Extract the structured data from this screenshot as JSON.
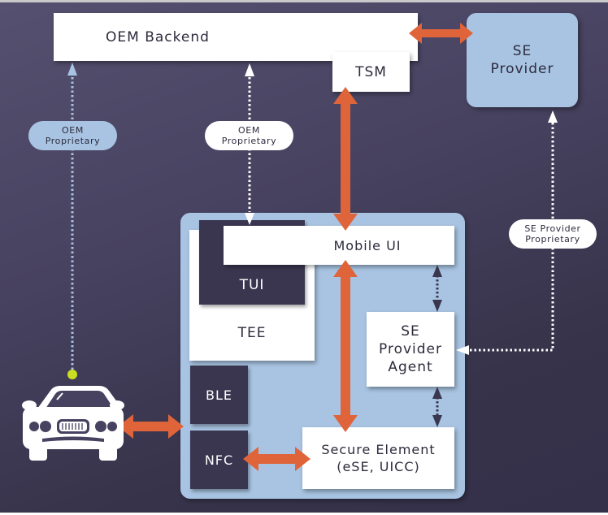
{
  "diagram": {
    "nodes": {
      "oem_backend": "OEM Backend",
      "tsm": "TSM",
      "se_provider_line1": "SE",
      "se_provider_line2": "Provider",
      "mobile_ui": "Mobile UI",
      "tui": "TUI",
      "tee": "TEE",
      "se_provider_agent_line1": "SE",
      "se_provider_agent_line2": "Provider",
      "se_provider_agent_line3": "Agent",
      "ble": "BLE",
      "nfc": "NFC",
      "secure_element_line1": "Secure Element",
      "secure_element_line2": "(eSE, UICC)"
    },
    "labels": {
      "oem_proprietary_left_line1": "OEM",
      "oem_proprietary_left_line2": "Proprietary",
      "oem_proprietary_mid_line1": "OEM",
      "oem_proprietary_mid_line2": "Proprietary",
      "se_provider_proprietary_line1": "SE Provider",
      "se_provider_proprietary_line2": "Proprietary"
    },
    "icons": {
      "vehicle": "car-front-icon",
      "connector_dot": "green-dot"
    },
    "colors": {
      "arrow_orange": "#e0643a",
      "light_blue": "#a8c4e2",
      "dark_panel": "#3a3650",
      "dot_green": "#c8e020"
    }
  }
}
